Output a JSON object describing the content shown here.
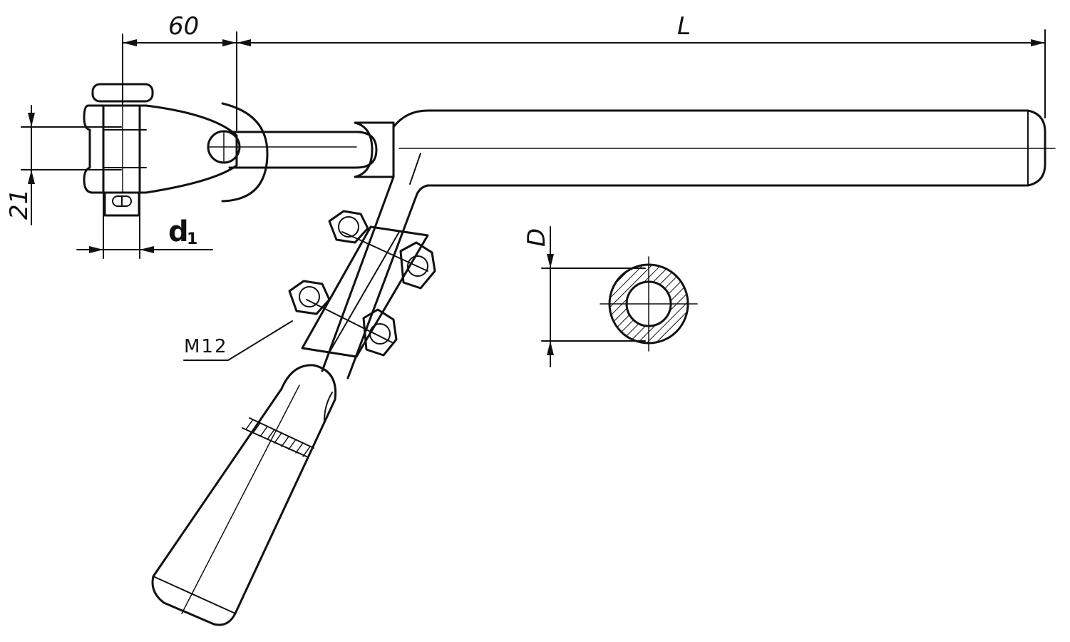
{
  "dimensions": {
    "offset_label": "60",
    "length_label": "L",
    "width_label": "21",
    "pin_diameter_label": "d",
    "pin_diameter_sub": "1",
    "rod_diameter_label": "D",
    "bolt_label": "M12"
  },
  "colors": {
    "line": "#111111",
    "paper": "#ffffff"
  }
}
